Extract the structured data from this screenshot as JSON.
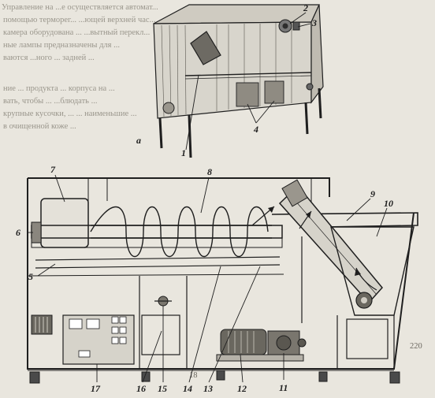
{
  "figure": {
    "part_label": "а",
    "callouts": [
      "1",
      "2",
      "3",
      "4",
      "5",
      "6",
      "7",
      "8",
      "9",
      "10",
      "11",
      "12",
      "13",
      "14",
      "15",
      "16",
      "17"
    ]
  },
  "background_text": {
    "lines": [
      "Управление на ...е осуществляется автомат...",
      "помощью терморег...  ...ющей верхней час...",
      "камера оборудована ...  ...вытный перекл...",
      "ные лампы предназначены для ...",
      "ваются ...ного ... задней ...",
      "ние ... продукта ... корпуса на ...",
      "вать, чтобы ... ...блюдать ...",
      "крупные кусочки, ... ... наименьшие ...",
      "в очищенной коже ..."
    ],
    "fragments": [
      "220",
      "18"
    ]
  },
  "colors": {
    "paper": "#e9e6de",
    "ink": "#1f1f1f",
    "ghost_text": "#9a968c"
  }
}
